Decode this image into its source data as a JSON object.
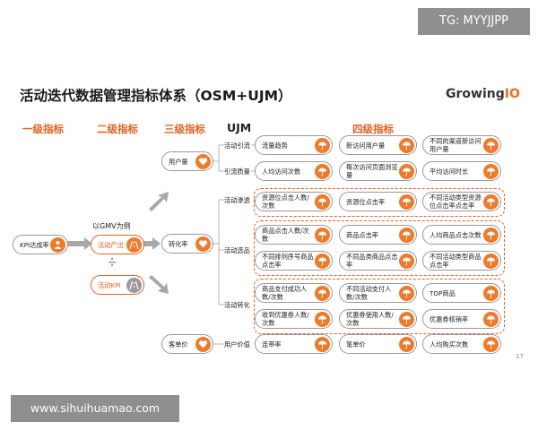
{
  "watermark_top": "TG: MYYJJPP",
  "watermark_bottom": "www.sihuihuamao.com",
  "title": "活动迭代数据管理指标体系（OSM+UJM）",
  "logo": {
    "main": "Growing",
    "accent": "IO"
  },
  "headers": {
    "l1": "一级指标",
    "l2": "二级指标",
    "l3": "三级指标",
    "ujm": "UJM",
    "l4": "四级指标"
  },
  "level1": {
    "kpi": "KPI达成率"
  },
  "level2": {
    "caption": "以GMV为例",
    "output": "活动产出",
    "kpi": "活动KPI"
  },
  "level3": {
    "users": "用户量",
    "conversion": "转化率",
    "aov": "客单价"
  },
  "stages": {
    "traffic": "活动引流",
    "quality": "引流质量",
    "penetration": "活动渗透",
    "selection": "活动选品",
    "conversion": "活动转化",
    "price": "用户价值"
  },
  "metrics": {
    "r1": [
      "流量趋势",
      "新访问用户量",
      "不同的渠道新访问用户量"
    ],
    "r2": [
      "人均访问次数",
      "每次访问页面浏览量",
      "平均访问时长"
    ],
    "r3": [
      "资源位点击人数/次数",
      "资源位点击率",
      "不同活动类型资源位点击率点击率"
    ],
    "r4": [
      "商品点击人数/次数",
      "商品点击率",
      "人均商品点击次数"
    ],
    "r5": [
      "不同排列序号商品点击率",
      "不同品类商品点击率",
      "不同活动类型商品点击率"
    ],
    "r6": [
      "商品支付成功人数/次数",
      "不同活动支付人数/次数",
      "TOP商品"
    ],
    "r7": [
      "收到优惠券人数/次数",
      "优惠券使用人数/次数",
      "优惠券核销率"
    ],
    "r8": [
      "连带率",
      "笔单价",
      "人均购买次数"
    ]
  },
  "page_number": "17",
  "colors": {
    "accent": "#e8601c",
    "icon": "#f07a28",
    "arrow": "#a8a8a8",
    "line": "#b5b5b5"
  }
}
